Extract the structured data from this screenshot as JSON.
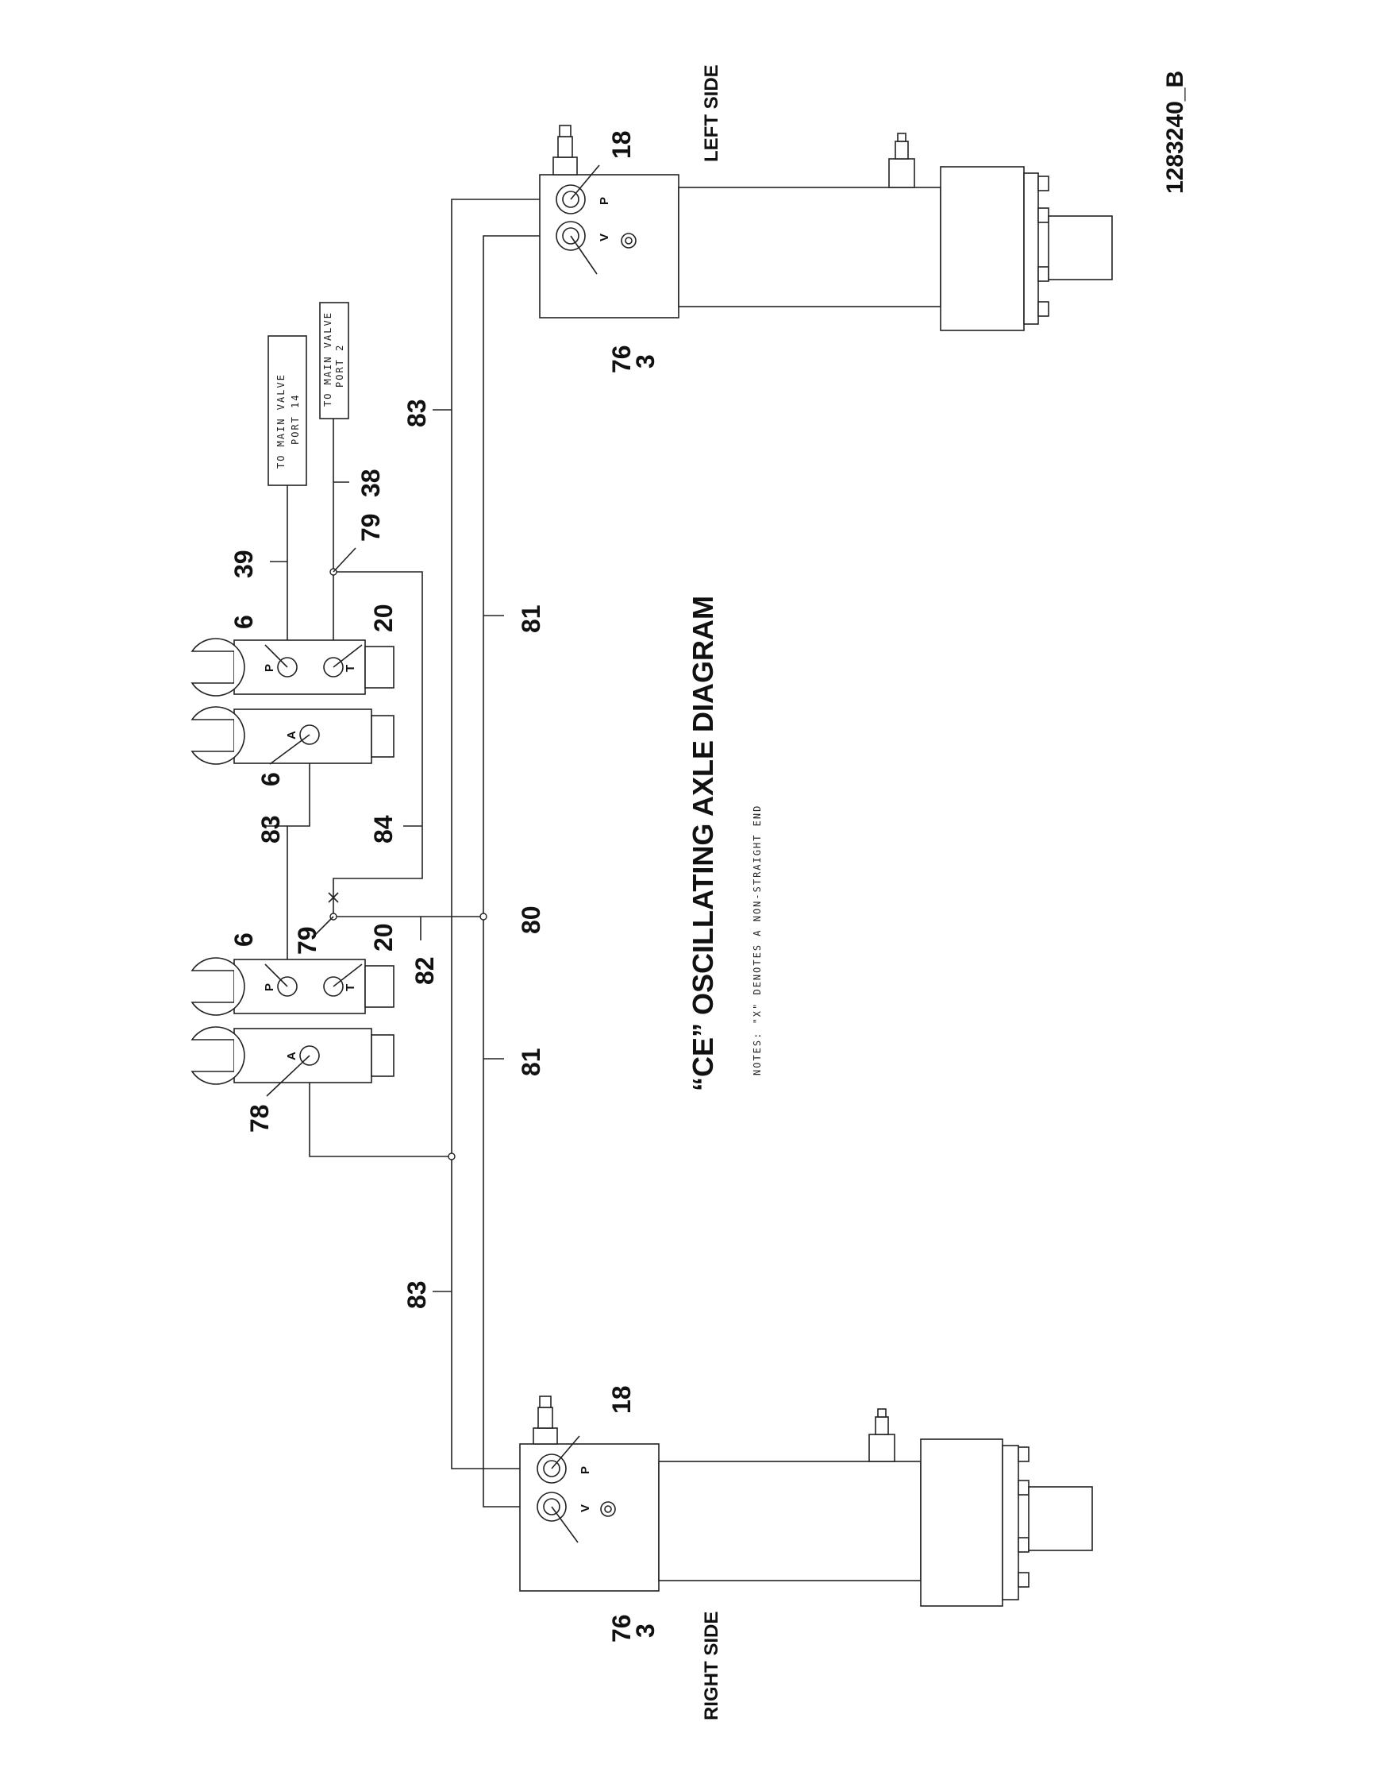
{
  "diagram": {
    "title": "“CE” OSCILLATING AXLE DIAGRAM",
    "note": "NOTES: \"X\" DENOTES A NON-STRAIGHT END",
    "drawing_number": "1283240_B",
    "left_side_label": "LEFT SIDE",
    "right_side_label": "RIGHT SIDE",
    "main_valve_port_14": {
      "line1": "TO MAIN VALVE",
      "line2": "PORT 14"
    },
    "main_valve_port_2": {
      "line1": "TO MAIN VALVE",
      "line2": "PORT 2"
    },
    "port_letters": {
      "p": "P",
      "t": "T",
      "a": "A",
      "v": "V"
    },
    "callouts": {
      "c39": "39",
      "c38": "38",
      "c79_upper": "79",
      "c79_lower": "79",
      "c6_upper_p": "6",
      "c20_upper": "20",
      "c6_a": "6",
      "c83_mid": "83",
      "c84": "84",
      "c6_lower_p": "6",
      "c20_lower": "20",
      "c82": "82",
      "c80": "80",
      "c78": "78",
      "c81_upper": "81",
      "c81_lower": "81",
      "c83_upper": "83",
      "c83_lower": "83",
      "c18_left": "18",
      "c76_left": "76",
      "c3_left": "3",
      "c18_right": "18",
      "c76_right": "76",
      "c3_right": "3"
    }
  }
}
